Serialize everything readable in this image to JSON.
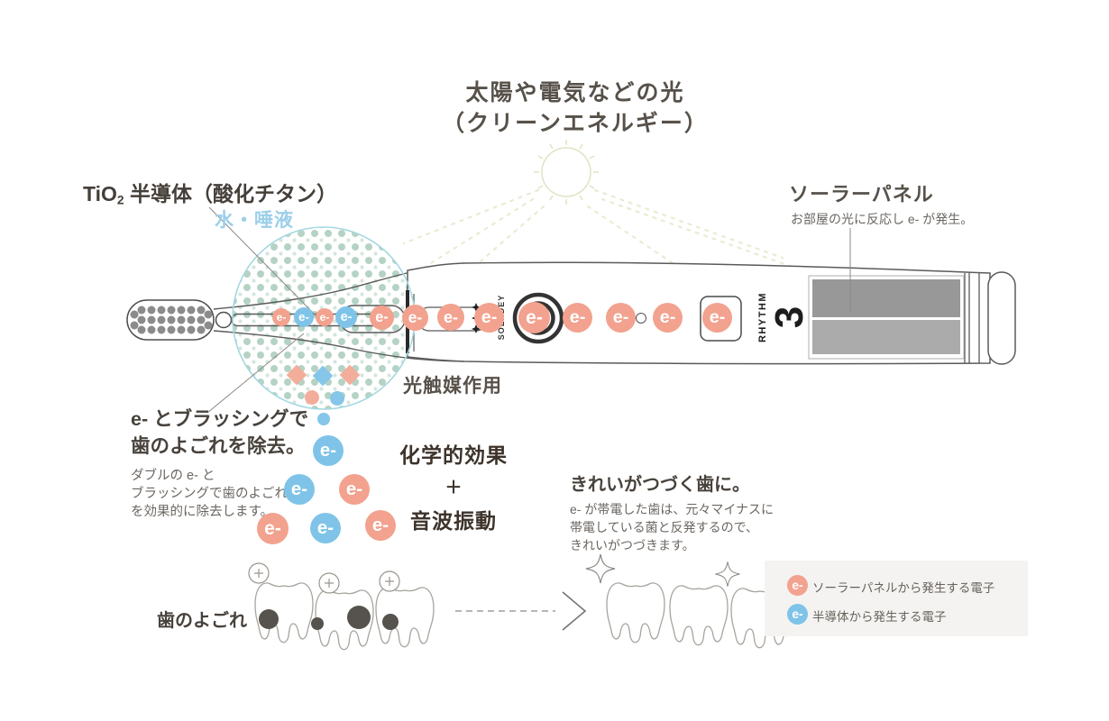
{
  "title": {
    "line1": "太陽や電気などの光",
    "line2": "（クリーンエネルギー）"
  },
  "labels": {
    "electron": "e-",
    "tio2_prefix": "TiO",
    "tio2_sub": "2",
    "tio2_suffix": " 半導体（酸化チタン）",
    "water_saliva": "水・唾液",
    "photocatalysis": "光触媒作用"
  },
  "solar_panel": {
    "title": "ソーラーパネル",
    "description": "お部屋の光に反応し e- が発生。"
  },
  "brush": {
    "brand": "SOLADEY",
    "series": "RHYTHM",
    "model": "3"
  },
  "brushing_block": {
    "heading_line1": "e- とブラッシングで",
    "heading_line2": "歯のよごれを除去。",
    "body_line1": "ダブルの e- と",
    "body_line2": "ブラッシングで歯のよごれ",
    "body_line3": "を効果的に除去します。"
  },
  "effect_block": {
    "line1": "化学的効果",
    "plus": "＋",
    "line2": "音波振動"
  },
  "result_block": {
    "heading": "きれいがつづく歯に。",
    "body_line1": "e- が帯電した歯は、元々マイナスに",
    "body_line2": "帯電している菌と反発するので、",
    "body_line3": "きれいがつづきます。"
  },
  "teeth": {
    "dirty_label": "歯のよごれ"
  },
  "legend": {
    "items": [
      {
        "label": "e-",
        "color": "#F2A28E",
        "text": "ソーラーパネルから発生する電子"
      },
      {
        "label": "e-",
        "color": "#7FC4E8",
        "text": "半導体から発生する電子"
      }
    ]
  },
  "colors": {
    "solar_electron": "#F2A28E",
    "semiconductor_electron": "#7FC4E8",
    "water_circle_border": "#A5D8E2",
    "dot_pattern": "#B5D3C4",
    "sun_ray": "#E8ECD2"
  }
}
